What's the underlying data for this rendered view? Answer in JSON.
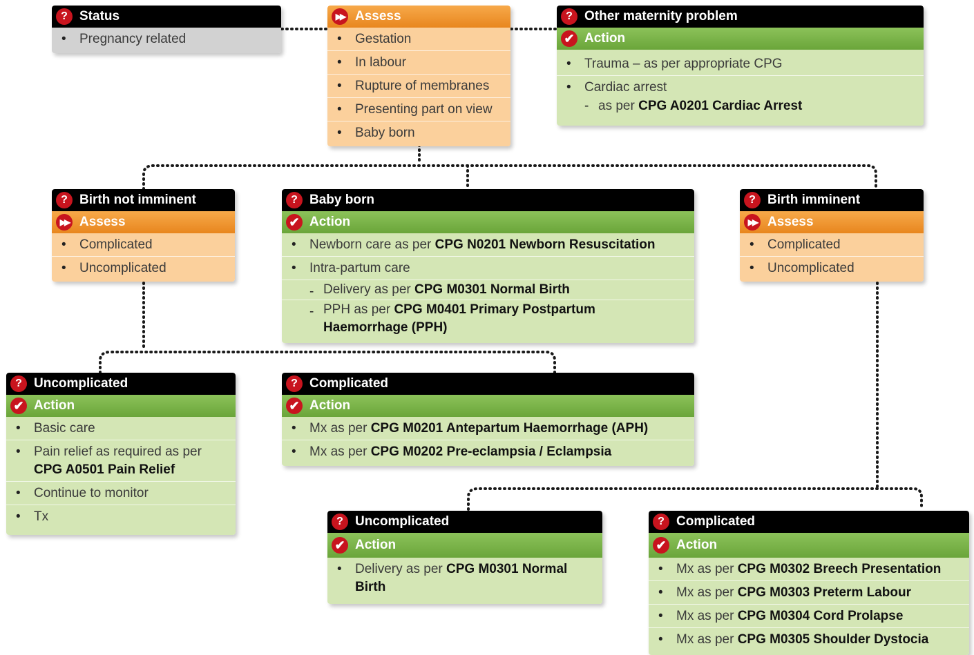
{
  "status": {
    "title": "Status",
    "items": [
      "Pregnancy related"
    ]
  },
  "assess_main": {
    "title": "Assess",
    "items": [
      "Gestation",
      "In labour",
      "Rupture of membranes",
      "Presenting part on view",
      "Baby born"
    ]
  },
  "other_problem": {
    "title": "Other maternity problem",
    "action": "Action",
    "item1": "Trauma – as per appropriate CPG",
    "item2": "Cardiac arrest",
    "item3_prefix": "as per ",
    "item3_bold": "CPG A0201 Cardiac Arrest"
  },
  "birth_not_imminent": {
    "title": "Birth not imminent",
    "assess": "Assess",
    "items": [
      "Complicated",
      "Uncomplicated"
    ]
  },
  "baby_born": {
    "title": "Baby born",
    "action": "Action",
    "item1_prefix": "Newborn care as per ",
    "item1_bold": "CPG N0201 Newborn Resuscitation",
    "item2": "Intra-partum care",
    "sub1_prefix": "Delivery as per ",
    "sub1_bold": "CPG M0301 Normal Birth",
    "sub2_prefix": "PPH as per ",
    "sub2_bold": "CPG M0401 Primary Postpartum",
    "sub2_bold2": "Haemorrhage (PPH)"
  },
  "birth_imminent": {
    "title": "Birth imminent",
    "assess": "Assess",
    "items": [
      "Complicated",
      "Uncomplicated"
    ]
  },
  "not_imminent_uncomplicated": {
    "title": "Uncomplicated",
    "action": "Action",
    "item1": "Basic care",
    "item2_prefix": "Pain relief as required as per",
    "item2_bold": "CPG A0501 Pain Relief",
    "item3": "Continue to monitor",
    "item4": "Tx"
  },
  "not_imminent_complicated": {
    "title": "Complicated",
    "action": "Action",
    "item1_prefix": "Mx as per ",
    "item1_bold": "CPG M0201 Antepartum Haemorrhage (APH)",
    "item2_prefix": "Mx as per ",
    "item2_bold": "CPG M0202 Pre-eclampsia / Eclampsia"
  },
  "imminent_uncomplicated": {
    "title": "Uncomplicated",
    "action": "Action",
    "item1_prefix": "Delivery as per ",
    "item1_bold": "CPG M0301 Normal",
    "item1_bold2": "Birth"
  },
  "imminent_complicated": {
    "title": "Complicated",
    "action": "Action",
    "items": [
      {
        "prefix": "Mx as per ",
        "bold": "CPG M0302 Breech Presentation"
      },
      {
        "prefix": "Mx as per ",
        "bold": "CPG M0303 Preterm Labour"
      },
      {
        "prefix": "Mx as per ",
        "bold": "CPG M0304 Cord Prolapse"
      },
      {
        "prefix": "Mx as per ",
        "bold": "CPG M0305 Shoulder Dystocia"
      }
    ]
  },
  "colors": {
    "header": "#000000",
    "assess": "#e8861e",
    "action": "#6aa53a",
    "icon": "#c8141e",
    "assess_body": "#fbd09c",
    "action_body": "#d4e6b5",
    "status_body": "#d2d2d2"
  },
  "icons": {
    "question": "question-icon",
    "assess": "fast-forward-icon",
    "action": "check-icon"
  }
}
